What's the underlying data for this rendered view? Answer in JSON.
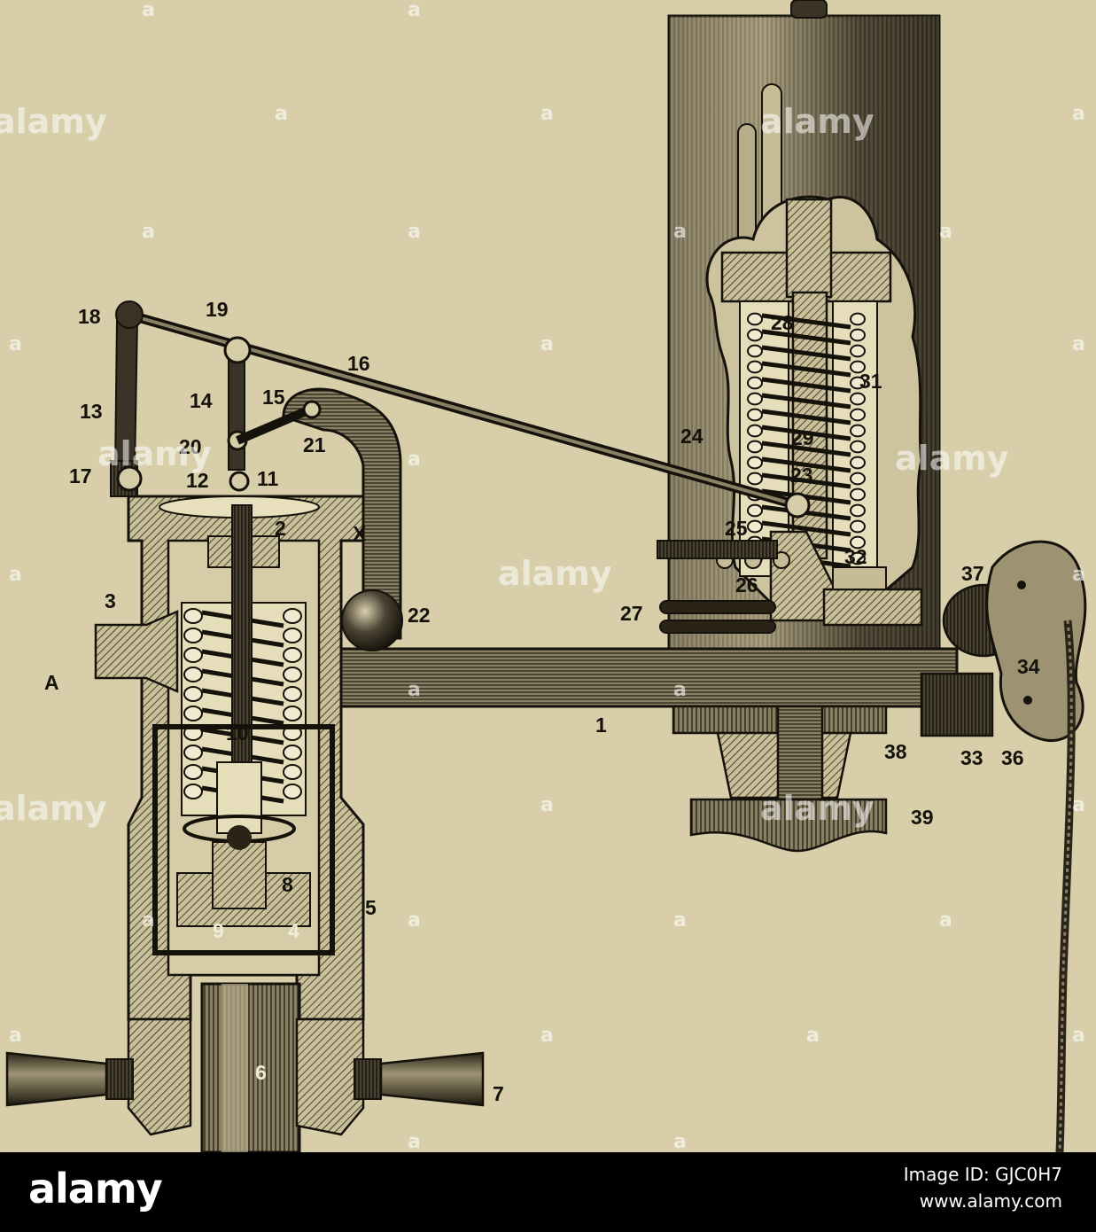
{
  "figure": {
    "labels": {
      "l1": "1",
      "l2": "2",
      "l3": "3",
      "l4": "4",
      "l5": "5",
      "l6": "6",
      "l7": "7",
      "l8": "8",
      "l9": "9",
      "l10": "10",
      "l11": "11",
      "l12": "12",
      "l13": "13",
      "l14": "14",
      "l15": "15",
      "l16": "16",
      "l17": "17",
      "l18": "18",
      "l19": "19",
      "l20": "20",
      "l21": "21",
      "l22": "22",
      "l23": "23",
      "l24": "24",
      "l25": "25",
      "l26": "26",
      "l27": "27",
      "l28": "28",
      "l29": "29",
      "l31": "31",
      "l32": "32",
      "l33": "33",
      "l34": "34",
      "l36": "36",
      "l37": "37",
      "l38": "38",
      "l39": "39",
      "lA": "A",
      "lX": "X"
    },
    "colors": {
      "paper": "#d8cfaa",
      "ink": "#15120c"
    }
  },
  "watermark": {
    "text": "alamy",
    "mark": "a"
  },
  "footer": {
    "logo": "alamy",
    "image_id": "Image ID: GJC0H7",
    "site": "www.alamy.com"
  }
}
